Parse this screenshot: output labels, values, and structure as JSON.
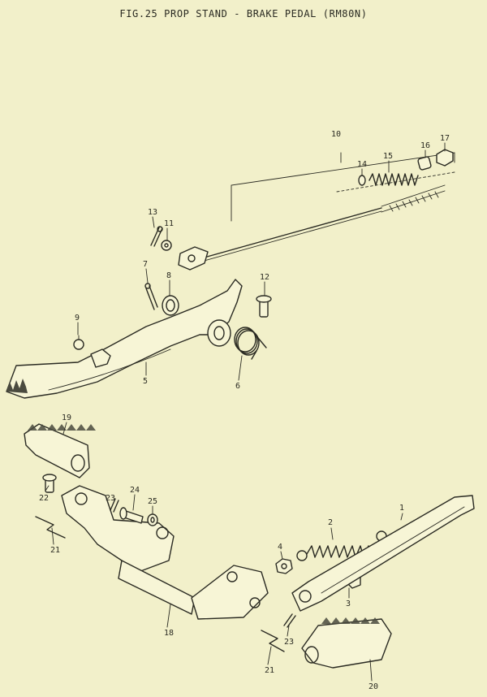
{
  "figure": {
    "title": "FIG.25  PROP STAND - BRAKE PEDAL (RM80N)"
  },
  "callouts": {
    "c1": "1",
    "c2": "2",
    "c3": "3",
    "c4": "4",
    "c5": "5",
    "c6": "6",
    "c7": "7",
    "c8": "8",
    "c9": "9",
    "c10": "10",
    "c11": "11",
    "c12": "12",
    "c13": "13",
    "c14": "14",
    "c15": "15",
    "c16": "16",
    "c17": "17",
    "c18": "18",
    "c19": "19",
    "c20": "20",
    "c21a": "21",
    "c21b": "21",
    "c22": "22",
    "c23a": "23",
    "c23b": "23",
    "c24": "24",
    "c25": "25"
  }
}
